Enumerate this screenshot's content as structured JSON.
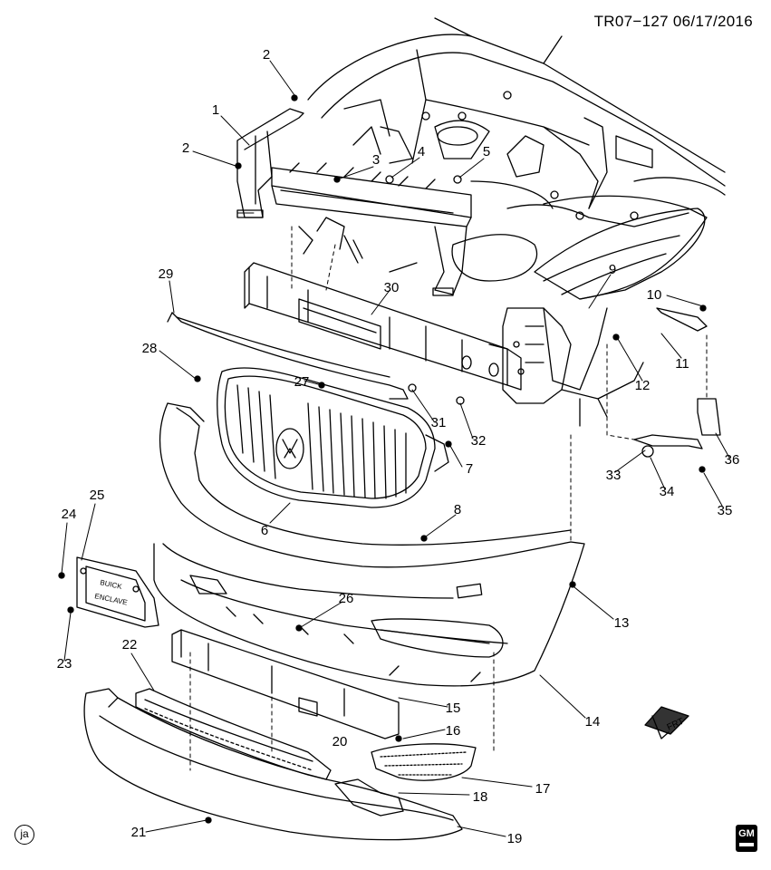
{
  "header": {
    "doc_id": "TR07−127",
    "date": "06/17/2016"
  },
  "callouts": [
    "1",
    "2",
    "2",
    "3",
    "4",
    "5",
    "6",
    "7",
    "8",
    "9",
    "10",
    "11",
    "12",
    "13",
    "14",
    "15",
    "16",
    "17",
    "18",
    "19",
    "20",
    "21",
    "22",
    "23",
    "24",
    "25",
    "26",
    "27",
    "28",
    "29",
    "30",
    "31",
    "32",
    "33",
    "34",
    "35",
    "36"
  ],
  "corner_marks": {
    "artist_mark": "ja",
    "logo": "GM",
    "direction_label": "FRT"
  },
  "plate_text": [
    "BUICK",
    "ENCLAVE"
  ],
  "colors": {
    "line": "#000000",
    "background": "#ffffff",
    "hatch": "#333333"
  }
}
